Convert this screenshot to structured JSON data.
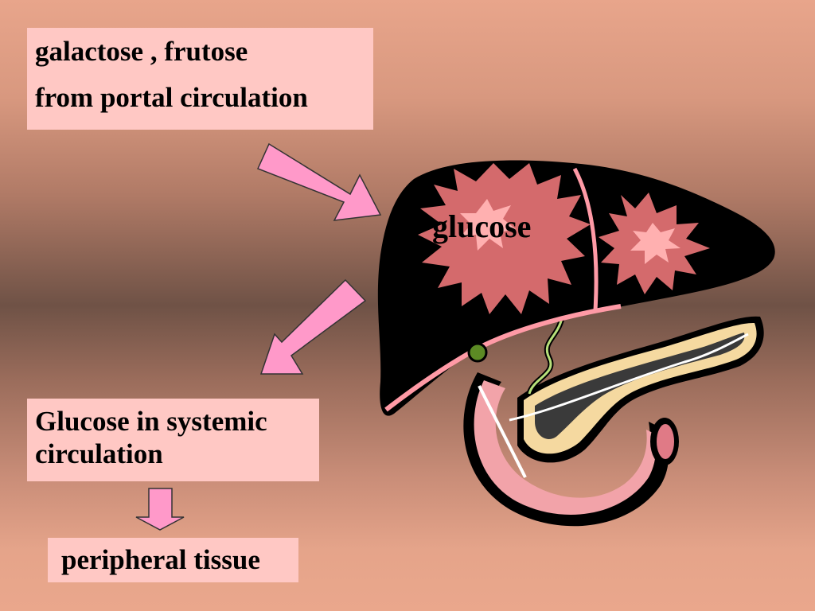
{
  "source_box": {
    "line1": "galactose , frutose",
    "line2": "from portal circulation"
  },
  "liver": {
    "label": "glucose"
  },
  "systemic_box": {
    "line1": "Glucose in systemic",
    "line2": "circulation"
  },
  "peripheral_box": {
    "label": "peripheral tissue"
  },
  "colors": {
    "arrow_fill": "#ff99c9",
    "box_fill": "#ffc8c4",
    "liver_lobe": "#d46a6c",
    "liver_outline": "#000000",
    "pancreas_fill": "#f5d9a0",
    "duodenum_fill": "#f2a3a9"
  }
}
